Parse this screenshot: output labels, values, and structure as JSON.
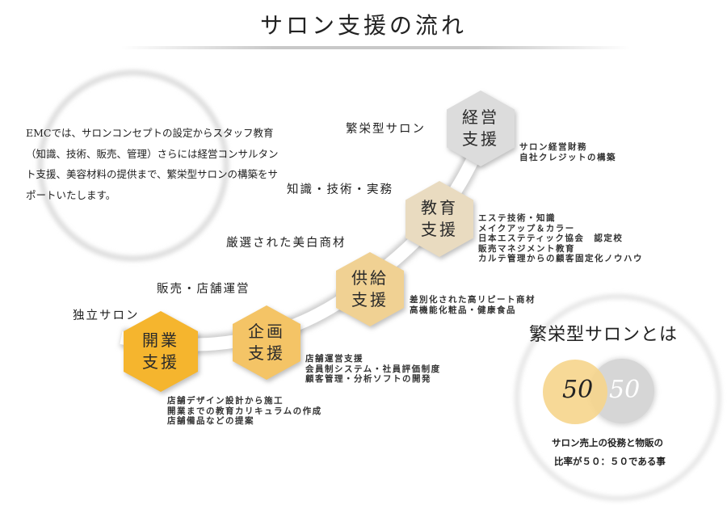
{
  "title": "サロン支援の流れ",
  "intro": "EMCでは、サロンコンセプトの設定からスタッフ教育（知識、技術、販売、管理）さらには経営コンサルタント支援、美容材料の提供まで、繁栄型サロンの構築をサポートいたします。",
  "stages": [
    {
      "label": "独立サロン",
      "hex": [
        "開業",
        "支援"
      ],
      "color": "#f5b52e",
      "desc": [
        "店舗デザイン設計から施工",
        "開業までの教育カリキュラムの作成",
        "店舗備品などの提案"
      ]
    },
    {
      "label": "販売・店舗運営",
      "hex": [
        "企画",
        "支援"
      ],
      "color": "#f4c466",
      "desc": [
        "店舗運営支援",
        "会員制システム・社員評価制度",
        "顧客管理・分析ソフトの開発"
      ]
    },
    {
      "label": "厳選された美白商材",
      "hex": [
        "供給",
        "支援"
      ],
      "color": "#f0d193",
      "desc": [
        "差別化された高リピート商材",
        "高機能化粧品・健康食品"
      ]
    },
    {
      "label": "知識・技術・実務",
      "hex": [
        "教育",
        "支援"
      ],
      "color": "#e9dbc0",
      "desc": [
        "エステ技術・知識",
        "メイクアップ＆カラー",
        "日本エステティック協会　認定校",
        "販売マネジメント教育",
        "カルテ管理からの顧客固定化ノウハウ"
      ]
    },
    {
      "label": "繁栄型サロン",
      "hex": [
        "経営",
        "支援"
      ],
      "color": "#dcdcdc",
      "desc": [
        "サロン経営財務",
        "自社クレジットの構築"
      ]
    }
  ],
  "ratio": {
    "title": "繁栄型サロンとは",
    "left": "50",
    "right": "50",
    "caption": [
      "サロン売上の役務と物販の",
      "比率が５０：５０である事"
    ],
    "colors": {
      "left": "#f6d58c",
      "right": "#d6d6d6"
    }
  }
}
